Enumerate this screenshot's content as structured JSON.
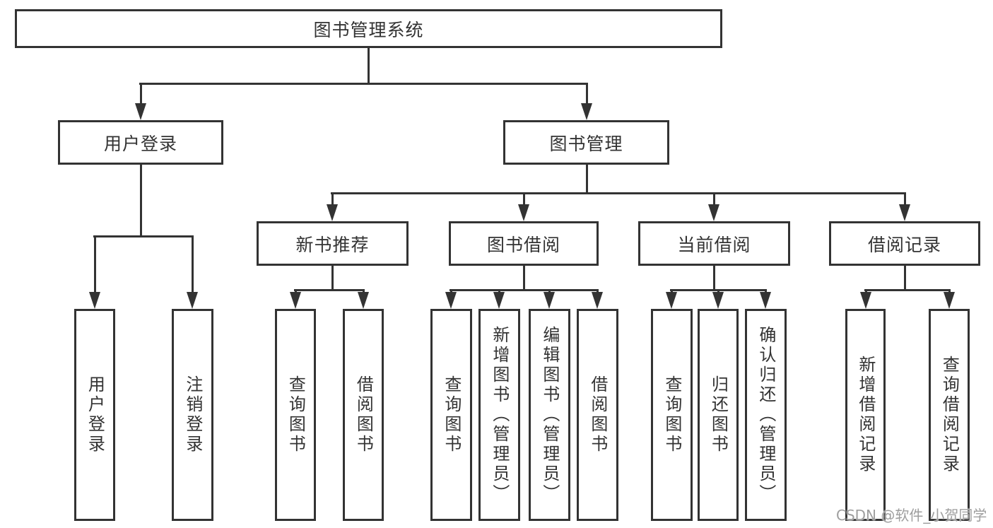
{
  "diagram": {
    "colors": {
      "line": "#333333",
      "text": "#333333",
      "box_background": "#ffffff",
      "page_background": "#ffffff",
      "watermark": "#9e9e9e"
    },
    "tree": {
      "label": "图书管理系统",
      "children": [
        {
          "label": "用户登录",
          "children": [
            {
              "label": "用户登录"
            },
            {
              "label": "注销登录"
            }
          ]
        },
        {
          "label": "图书管理",
          "children": [
            {
              "label": "新书推荐",
              "children": [
                {
                  "label": "查询图书"
                },
                {
                  "label": "借阅图书"
                }
              ]
            },
            {
              "label": "图书借阅",
              "children": [
                {
                  "label": "查询图书"
                },
                {
                  "label": "新增图书（管理员）"
                },
                {
                  "label": "编辑图书（管理员）"
                },
                {
                  "label": "借阅图书"
                }
              ]
            },
            {
              "label": "当前借阅",
              "children": [
                {
                  "label": "查询图书"
                },
                {
                  "label": "归还图书"
                },
                {
                  "label": "确认归还（管理员）"
                }
              ]
            },
            {
              "label": "借阅记录",
              "children": [
                {
                  "label": "新增借阅记录"
                },
                {
                  "label": "查询借阅记录"
                }
              ]
            }
          ]
        }
      ]
    },
    "watermark": {
      "text": "CSDN @软件_小贺同学"
    }
  }
}
